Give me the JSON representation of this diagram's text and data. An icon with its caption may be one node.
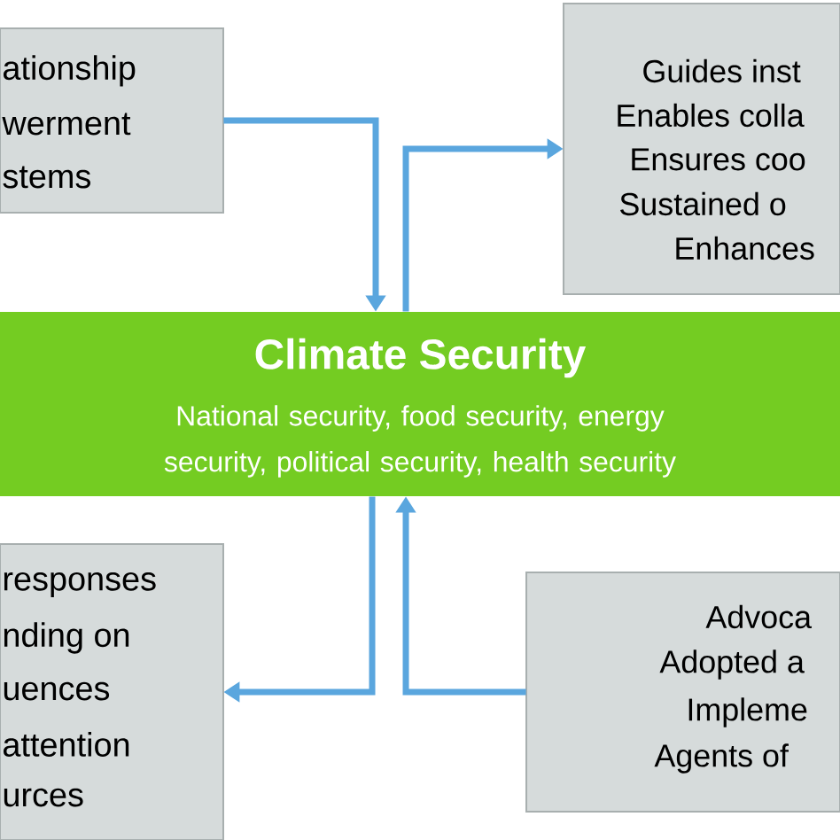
{
  "diagram": {
    "nodes": [
      {
        "text": [
          "ationship",
          "werment",
          "stems"
        ]
      },
      {
        "text": [
          "Guides inst",
          "Enables colla",
          "Ensures coo",
          "Sustained o",
          "Enhances"
        ]
      },
      {
        "text": [
          "Climate Security",
          "National security, food security, energy security, political security, health security"
        ]
      },
      {
        "text": [
          "responses",
          "nding on",
          "uences",
          "attention",
          "urces"
        ]
      },
      {
        "text": [
          "Advoca",
          "Adopted a",
          "Impleme",
          "Agents of"
        ]
      }
    ],
    "edges": [
      {
        "from": 0,
        "to": 2,
        "arrow": "to"
      },
      {
        "from": 2,
        "to": 1,
        "arrow": "to"
      },
      {
        "from": 2,
        "to": 3,
        "arrow": "to"
      },
      {
        "from": 4,
        "to": 2,
        "arrow": "to"
      }
    ]
  }
}
